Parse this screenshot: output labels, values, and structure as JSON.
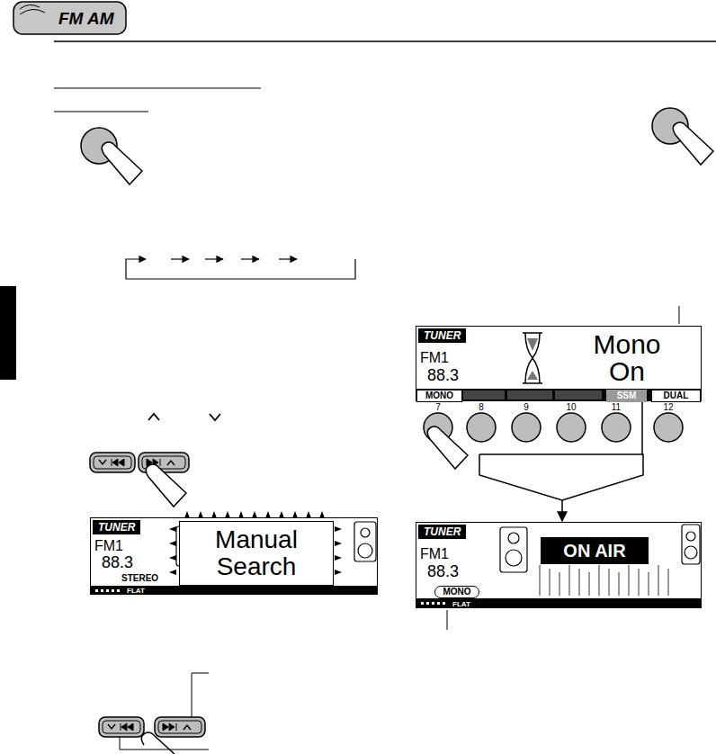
{
  "diagram": {
    "nodes": [
      {
        "text": [
          "FM",
          "AM"
        ]
      },
      {
        "text": [
          "TUNER",
          "FM1",
          "88.3",
          "STEREO",
          "FLAT"
        ]
      },
      {
        "text": [
          "Manual Search"
        ],
        "in": 1
      },
      {
        "text": [
          "TUNER",
          "FM1",
          "88.3",
          "Mono On"
        ]
      },
      {
        "text": [
          "MONO"
        ],
        "in": 3
      },
      {
        "text": [
          "SSM"
        ],
        "in": 3
      },
      {
        "text": [
          "DUAL"
        ],
        "in": 3
      },
      {
        "text": [
          "TUNER",
          "FM1",
          "88.3",
          "FLAT"
        ]
      },
      {
        "text": [
          "MONO"
        ],
        "in": 7
      },
      {
        "text": [
          "ON AIR"
        ],
        "in": 7
      }
    ],
    "edges": [
      {
        "from": 3,
        "to": 7,
        "arrow": "to"
      }
    ],
    "labels": [
      "7",
      "8",
      "9",
      "10",
      "11",
      "12"
    ]
  }
}
